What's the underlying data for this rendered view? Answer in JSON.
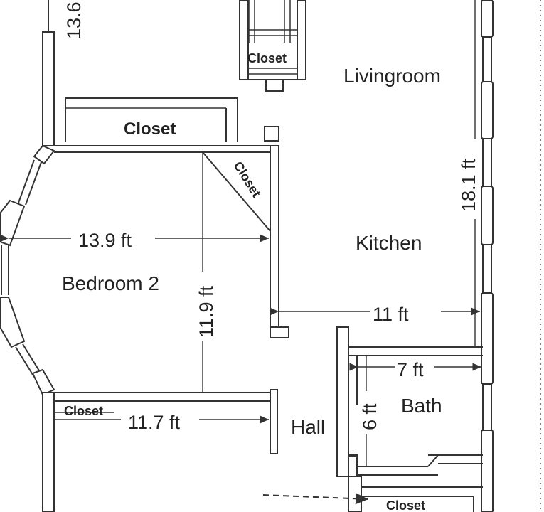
{
  "rooms": {
    "living": "Livingroom",
    "kitchen": "Kitchen",
    "bedroom2": "Bedroom 2",
    "hall": "Hall",
    "bath": "Bath"
  },
  "closets": {
    "top_small": "Closet",
    "top_wide": "Closet",
    "diagonal": "Closet",
    "bedroom_bottom": "Closet",
    "bottom_right": "Closet"
  },
  "dimensions": {
    "top_cut": "13.6",
    "living_height": "18.1 ft",
    "bedroom_width": "13.9 ft",
    "bedroom_height": "11.9 ft",
    "kitchen_width": "11 ft",
    "bath_width": "7 ft",
    "bath_height": "6 ft",
    "bottom_width": "11.7 ft"
  }
}
